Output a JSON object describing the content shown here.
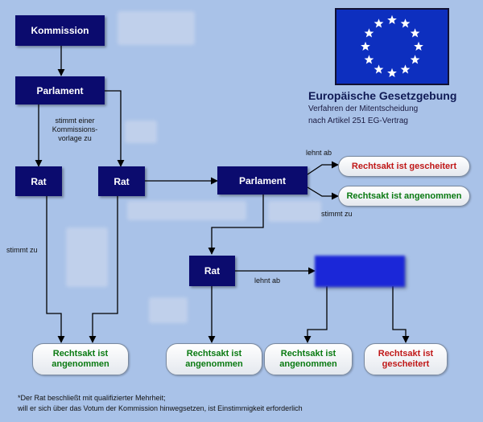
{
  "header": {
    "title": "Europäische Gesetzgebung",
    "subtitle_line1": "Verfahren der Mitentscheidung",
    "subtitle_line2": "nach Artikel 251 EG-Vertrag"
  },
  "nodes": {
    "kommission": "Kommission",
    "parlament1": "Parlament",
    "rat1": "Rat",
    "rat2": "Rat",
    "parlament2": "Parlament",
    "rat3": "Rat"
  },
  "outcomes": {
    "gescheitert_right": "Rechtsakt ist gescheitert",
    "angenommen_right": "Rechtsakt ist angenommen",
    "angenommen1_line1": "Rechtsakt ist",
    "angenommen1_line2": "angenommen",
    "angenommen2_line1": "Rechtsakt ist",
    "angenommen2_line2": "angenommen",
    "angenommen3_line1": "Rechtsakt ist",
    "angenommen3_line2": "angenommen",
    "gescheitert2_line1": "Rechtsakt ist",
    "gescheitert2_line2": "gescheitert"
  },
  "edge_labels": {
    "vorlage_line1": "stimmt einer",
    "vorlage_line2": "Kommissions-",
    "vorlage_line3": "vorlage zu",
    "lehnt_ab_top": "lehnt ab",
    "stimmt_zu_right": "stimmt  zu",
    "stimmt_zu_left": "stimmt  zu",
    "lehnt_ab_mid": "lehnt ab"
  },
  "footnote": {
    "line1": "*Der Rat beschließt mit qualifizierter Mehrheit;",
    "line2": "will er sich über das Votum der Kommission hinwegsetzen, ist Einstimmigkeit erforderlich"
  },
  "colors": {
    "node_fill": "#0b0b6e",
    "accepted_text": "#0a7a12",
    "failed_text": "#c01818",
    "flag_blue": "#0d2fbf",
    "flag_star": "#ffffff"
  }
}
